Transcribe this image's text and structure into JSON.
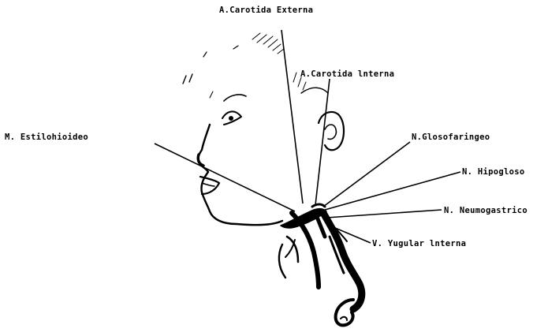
{
  "labels": {
    "carotida_externa": "A.Carotida Externa",
    "carotida_interna": "A.Carotida lnterna",
    "estilohioideo": "M. Estilohioideo",
    "glosofaringeo": "N.Glosofaringeo",
    "hipogloso": "N. Hipogloso",
    "neumogastrico": "N. Neumogastrico",
    "yugular_interna": "V. Yugular lnterna"
  },
  "colors": {
    "ink": "#000000",
    "paper": "#ffffff"
  }
}
